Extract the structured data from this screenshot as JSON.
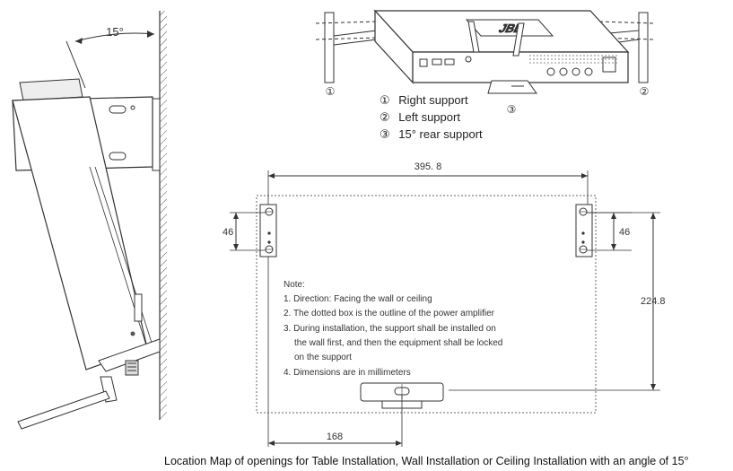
{
  "wall_view": {
    "angle_label": "15°"
  },
  "top_view": {
    "marker_right": "①",
    "marker_left": "②",
    "marker_rear": "③",
    "brand_logo": "JBL"
  },
  "legend": [
    {
      "marker": "①",
      "text": "Right support"
    },
    {
      "marker": "②",
      "text": "Left support"
    },
    {
      "marker": "③",
      "text": "15° rear support"
    }
  ],
  "dimensions": {
    "width": "395. 8",
    "left_height": "46",
    "right_height": "46",
    "depth": "224.8",
    "rear_offset": "168"
  },
  "notes": {
    "title": "Note:",
    "lines": [
      "1. Direction: Facing the wall or ceiling",
      "2. The dotted box is the outline of the power amplifier",
      "3. During installation, the support shall be installed on",
      "the wall first, and then the equipment shall be locked",
      "on the support",
      "4. Dimensions are in millimeters"
    ]
  },
  "caption": "Location Map of openings for Table Installation, Wall Installation or Ceiling Installation with an angle of 15°"
}
